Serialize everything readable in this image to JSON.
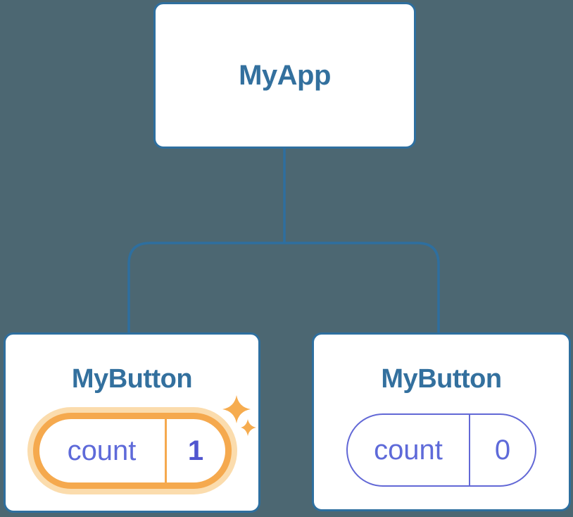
{
  "diagram": {
    "root": {
      "label": "MyApp"
    },
    "children": [
      {
        "label": "MyButton",
        "state": {
          "key": "count",
          "value": "1"
        },
        "highlighted": true,
        "sparkles": true
      },
      {
        "label": "MyButton",
        "state": {
          "key": "count",
          "value": "0"
        },
        "highlighted": false,
        "sparkles": false
      }
    ]
  },
  "colors": {
    "background": "#4C6772",
    "card_background": "#FFFFFF",
    "node_border": "#2E6F9F",
    "node_title": "#33709E",
    "connector": "#2E6F9F",
    "pill_active_border": "#F5A94E",
    "pill_active_glow": "#FBDCAD",
    "pill_border": "#6268D6",
    "state_key_text": "#5E6AD9",
    "state_value_active": "#5156CF",
    "sparkle": "#F6AC4F"
  }
}
